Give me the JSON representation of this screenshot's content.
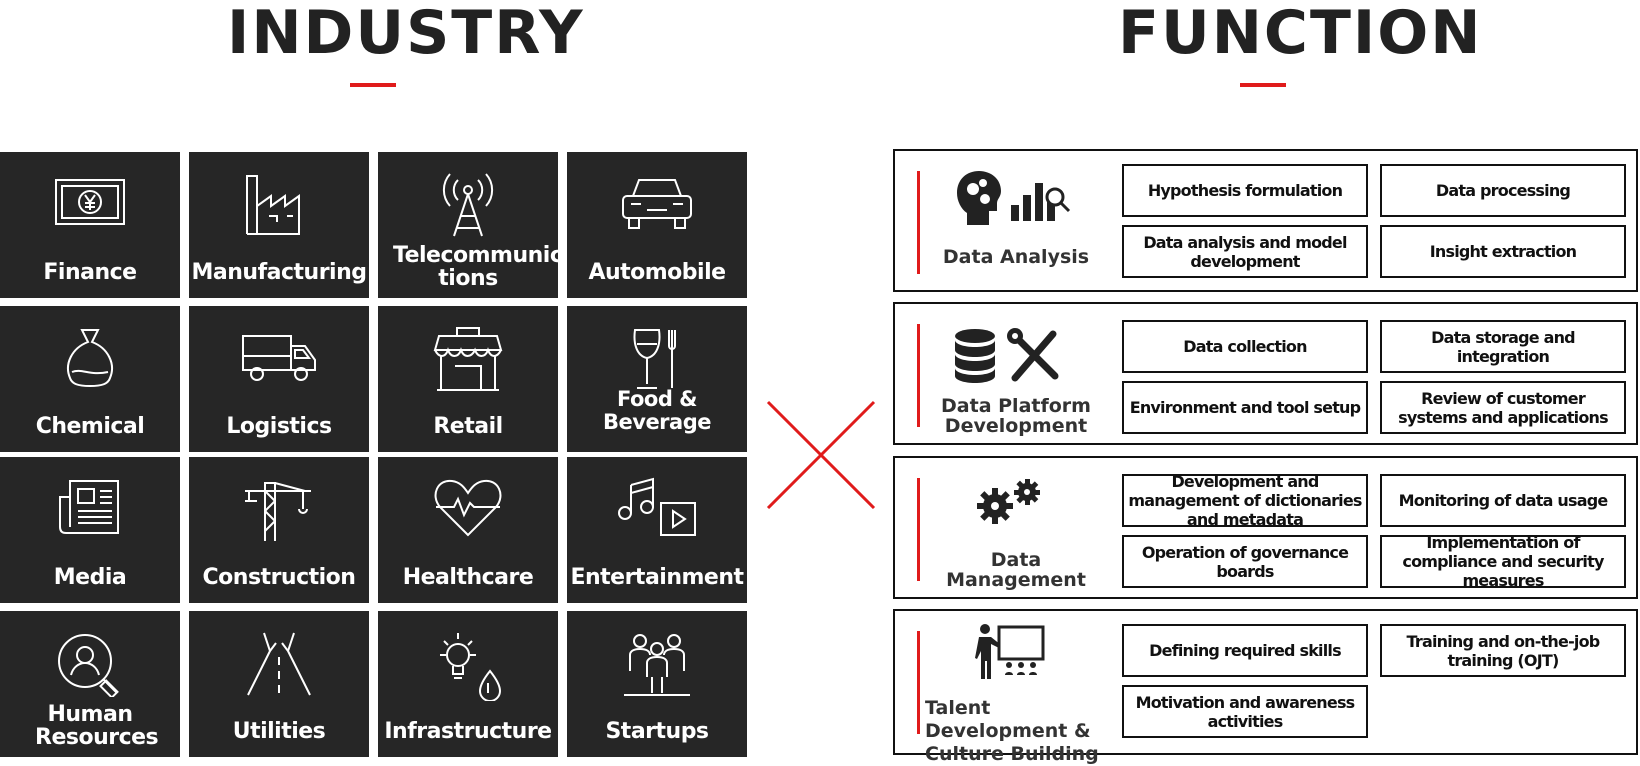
{
  "industry": {
    "heading": "INDUSTRY",
    "tiles": [
      {
        "label": "Finance",
        "icon": "banknote-yen-icon"
      },
      {
        "label": "Manufacturing",
        "icon": "factory-icon"
      },
      {
        "label": "Telecommunica-tions",
        "icon": "antenna-icon"
      },
      {
        "label": "Automobile",
        "icon": "car-icon"
      },
      {
        "label": "Chemical",
        "icon": "flask-icon"
      },
      {
        "label": "Logistics",
        "icon": "truck-icon"
      },
      {
        "label": "Retail",
        "icon": "storefront-icon"
      },
      {
        "label": "Food & Beverage",
        "icon": "glass-fork-icon"
      },
      {
        "label": "Media",
        "icon": "newspaper-icon"
      },
      {
        "label": "Construction",
        "icon": "crane-icon"
      },
      {
        "label": "Healthcare",
        "icon": "heartbeat-icon"
      },
      {
        "label": "Entertainment",
        "icon": "music-video-icon"
      },
      {
        "label": "Human Resources",
        "icon": "person-search-icon"
      },
      {
        "label": "Utilities",
        "icon": "road-icon"
      },
      {
        "label": "Infrastructure",
        "icon": "bulb-drop-icon"
      },
      {
        "label": "Startups",
        "icon": "team-icon"
      }
    ]
  },
  "function": {
    "heading": "FUNCTION",
    "panels": [
      {
        "title": "Data Analysis",
        "icon": "analysis-head-chart-icon",
        "items": [
          "Hypothesis formulation",
          "Data processing",
          "Data analysis and model development",
          "Insight extraction"
        ]
      },
      {
        "title": "Data Platform Development",
        "icon": "database-tools-icon",
        "items": [
          "Data collection",
          "Data storage and integration",
          "Environment and tool setup",
          "Review of customer systems and applications"
        ]
      },
      {
        "title": "Data Management",
        "icon": "gears-icon",
        "items": [
          "Development and management of dictionaries and metadata",
          "Monitoring of data usage",
          "Operation of governance boards",
          "Implementation of compliance and security measures"
        ]
      },
      {
        "title": "Talent Development & Culture Building",
        "icon": "presenter-board-icon",
        "items": [
          "Defining required skills",
          "Training and on-the-job training (OJT)",
          "Motivation and awareness activities"
        ]
      }
    ]
  },
  "colors": {
    "accent": "#e01b1b",
    "tile": "#262626",
    "text": "#222222"
  }
}
